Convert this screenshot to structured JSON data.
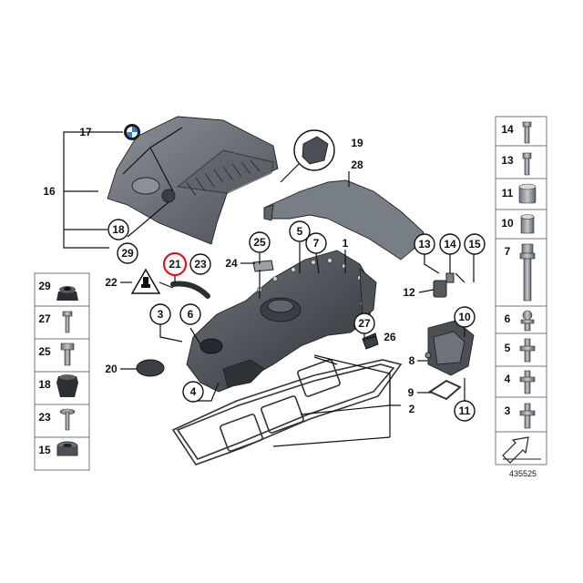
{
  "diagram_id": "435525",
  "highlighted_part": "21",
  "labels": {
    "l1": "1",
    "l2": "2",
    "l3": "3",
    "l4": "4",
    "l5": "5",
    "l6": "6",
    "l7": "7",
    "l8": "8",
    "l9": "9",
    "l10": "10",
    "l11": "11",
    "l12": "12",
    "l13": "13",
    "l14": "14",
    "l15": "15",
    "l16": "16",
    "l17": "17",
    "l18": "18",
    "l19": "19",
    "l20": "20",
    "l21": "21",
    "l22": "22",
    "l23": "23",
    "l24": "24",
    "l25": "25",
    "l26": "26",
    "l27": "27",
    "l28": "28",
    "l29": "29"
  },
  "left_column": [
    "29",
    "27",
    "25",
    "18",
    "23",
    "15"
  ],
  "right_column": [
    "14",
    "13",
    "11",
    "10",
    "7",
    "6",
    "5",
    "4",
    "3"
  ],
  "colors": {
    "highlight": "#e0141e",
    "part_dark": "#3e434a",
    "part_mid": "#707780",
    "part_light": "#a9aeb5"
  }
}
